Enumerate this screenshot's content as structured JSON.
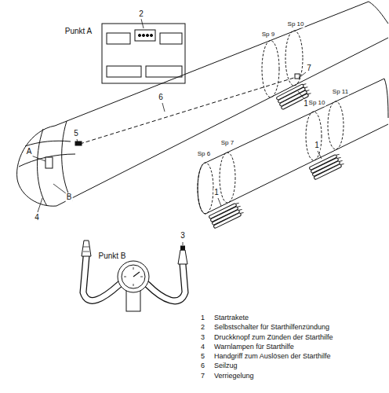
{
  "diagram": {
    "labels": [
      "2",
      "Punkt A",
      "Sp 9",
      "Sp 10",
      "7",
      "1",
      "6",
      "Sp 10",
      "Sp 11",
      "5",
      "A",
      "Sp 6",
      "Sp 7",
      "1",
      "B",
      "1",
      "4",
      "3",
      "Punkt B",
      "1",
      "Startrakete",
      "2",
      "Selbstschalter für Starthilfenzündung",
      "3",
      "Druckknopf zum Zünden der Starthilfe",
      "4",
      "Warnlampen für Starthilfe",
      "5",
      "Handgriff zum Auslösen der Starthilfe",
      "6",
      "Seilzug",
      "7",
      "Verriegelung"
    ]
  }
}
